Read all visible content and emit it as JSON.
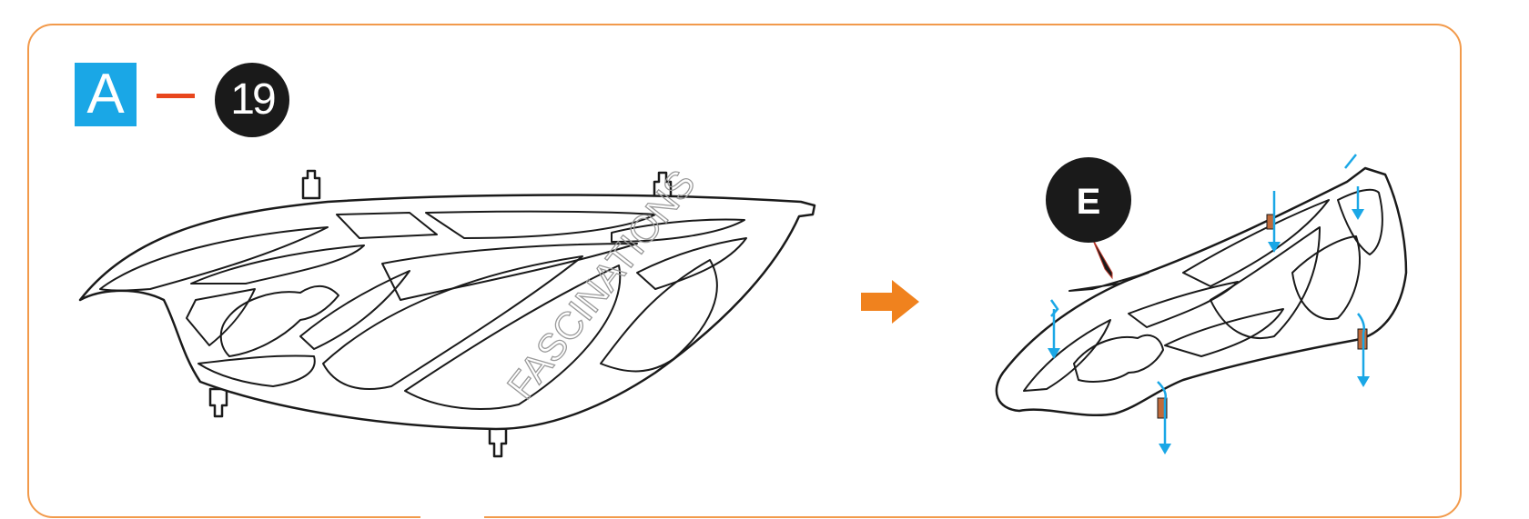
{
  "header": {
    "section_letter": "A",
    "step_number": "19"
  },
  "callout": {
    "label": "E"
  },
  "watermark": {
    "text": "FASCINATIONS"
  },
  "colors": {
    "frame_border": "#f29a4b",
    "section_badge": "#1aa7e6",
    "dash": "#e8461d",
    "arrow": "#f0821e",
    "insert_arrows": "#1aa7e6",
    "pins": "#c06a3a"
  },
  "icons": {
    "transition_arrow": "right-arrow-icon"
  }
}
